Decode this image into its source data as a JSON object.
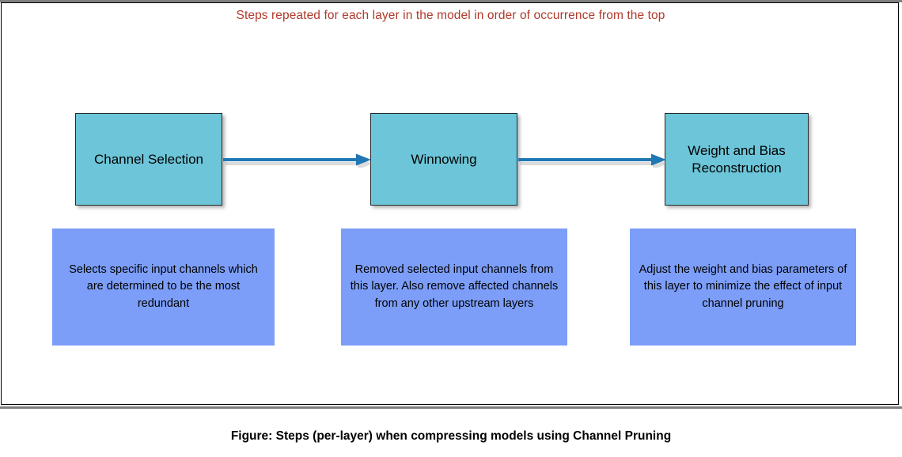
{
  "figure": {
    "top_note": "Steps repeated for each layer in the model in order of occurrence from the top",
    "caption": "Figure: Steps (per-layer) when compressing models using Channel Pruning",
    "colors": {
      "note_text": "#b0392b",
      "step_box_fill": "#6cc5d8",
      "step_box_border": "#23282b",
      "desc_box_fill": "#7c9ef8",
      "arrow": "#1f77b4",
      "frame_border": "#000000",
      "rule": "#808080"
    }
  },
  "steps": [
    {
      "label": "Channel Selection",
      "description": "Selects specific input channels which are determined to be the most redundant"
    },
    {
      "label": "Winnowing",
      "description": "Removed selected input channels from this layer. Also remove affected channels from any other upstream layers"
    },
    {
      "label": "Weight and Bias Reconstruction",
      "description": "Adjust the weight and bias parameters of this layer to minimize the effect of input channel pruning"
    }
  ],
  "arrows": [
    {
      "name": "arrow-step1-to-step2"
    },
    {
      "name": "arrow-step2-to-step3"
    }
  ]
}
